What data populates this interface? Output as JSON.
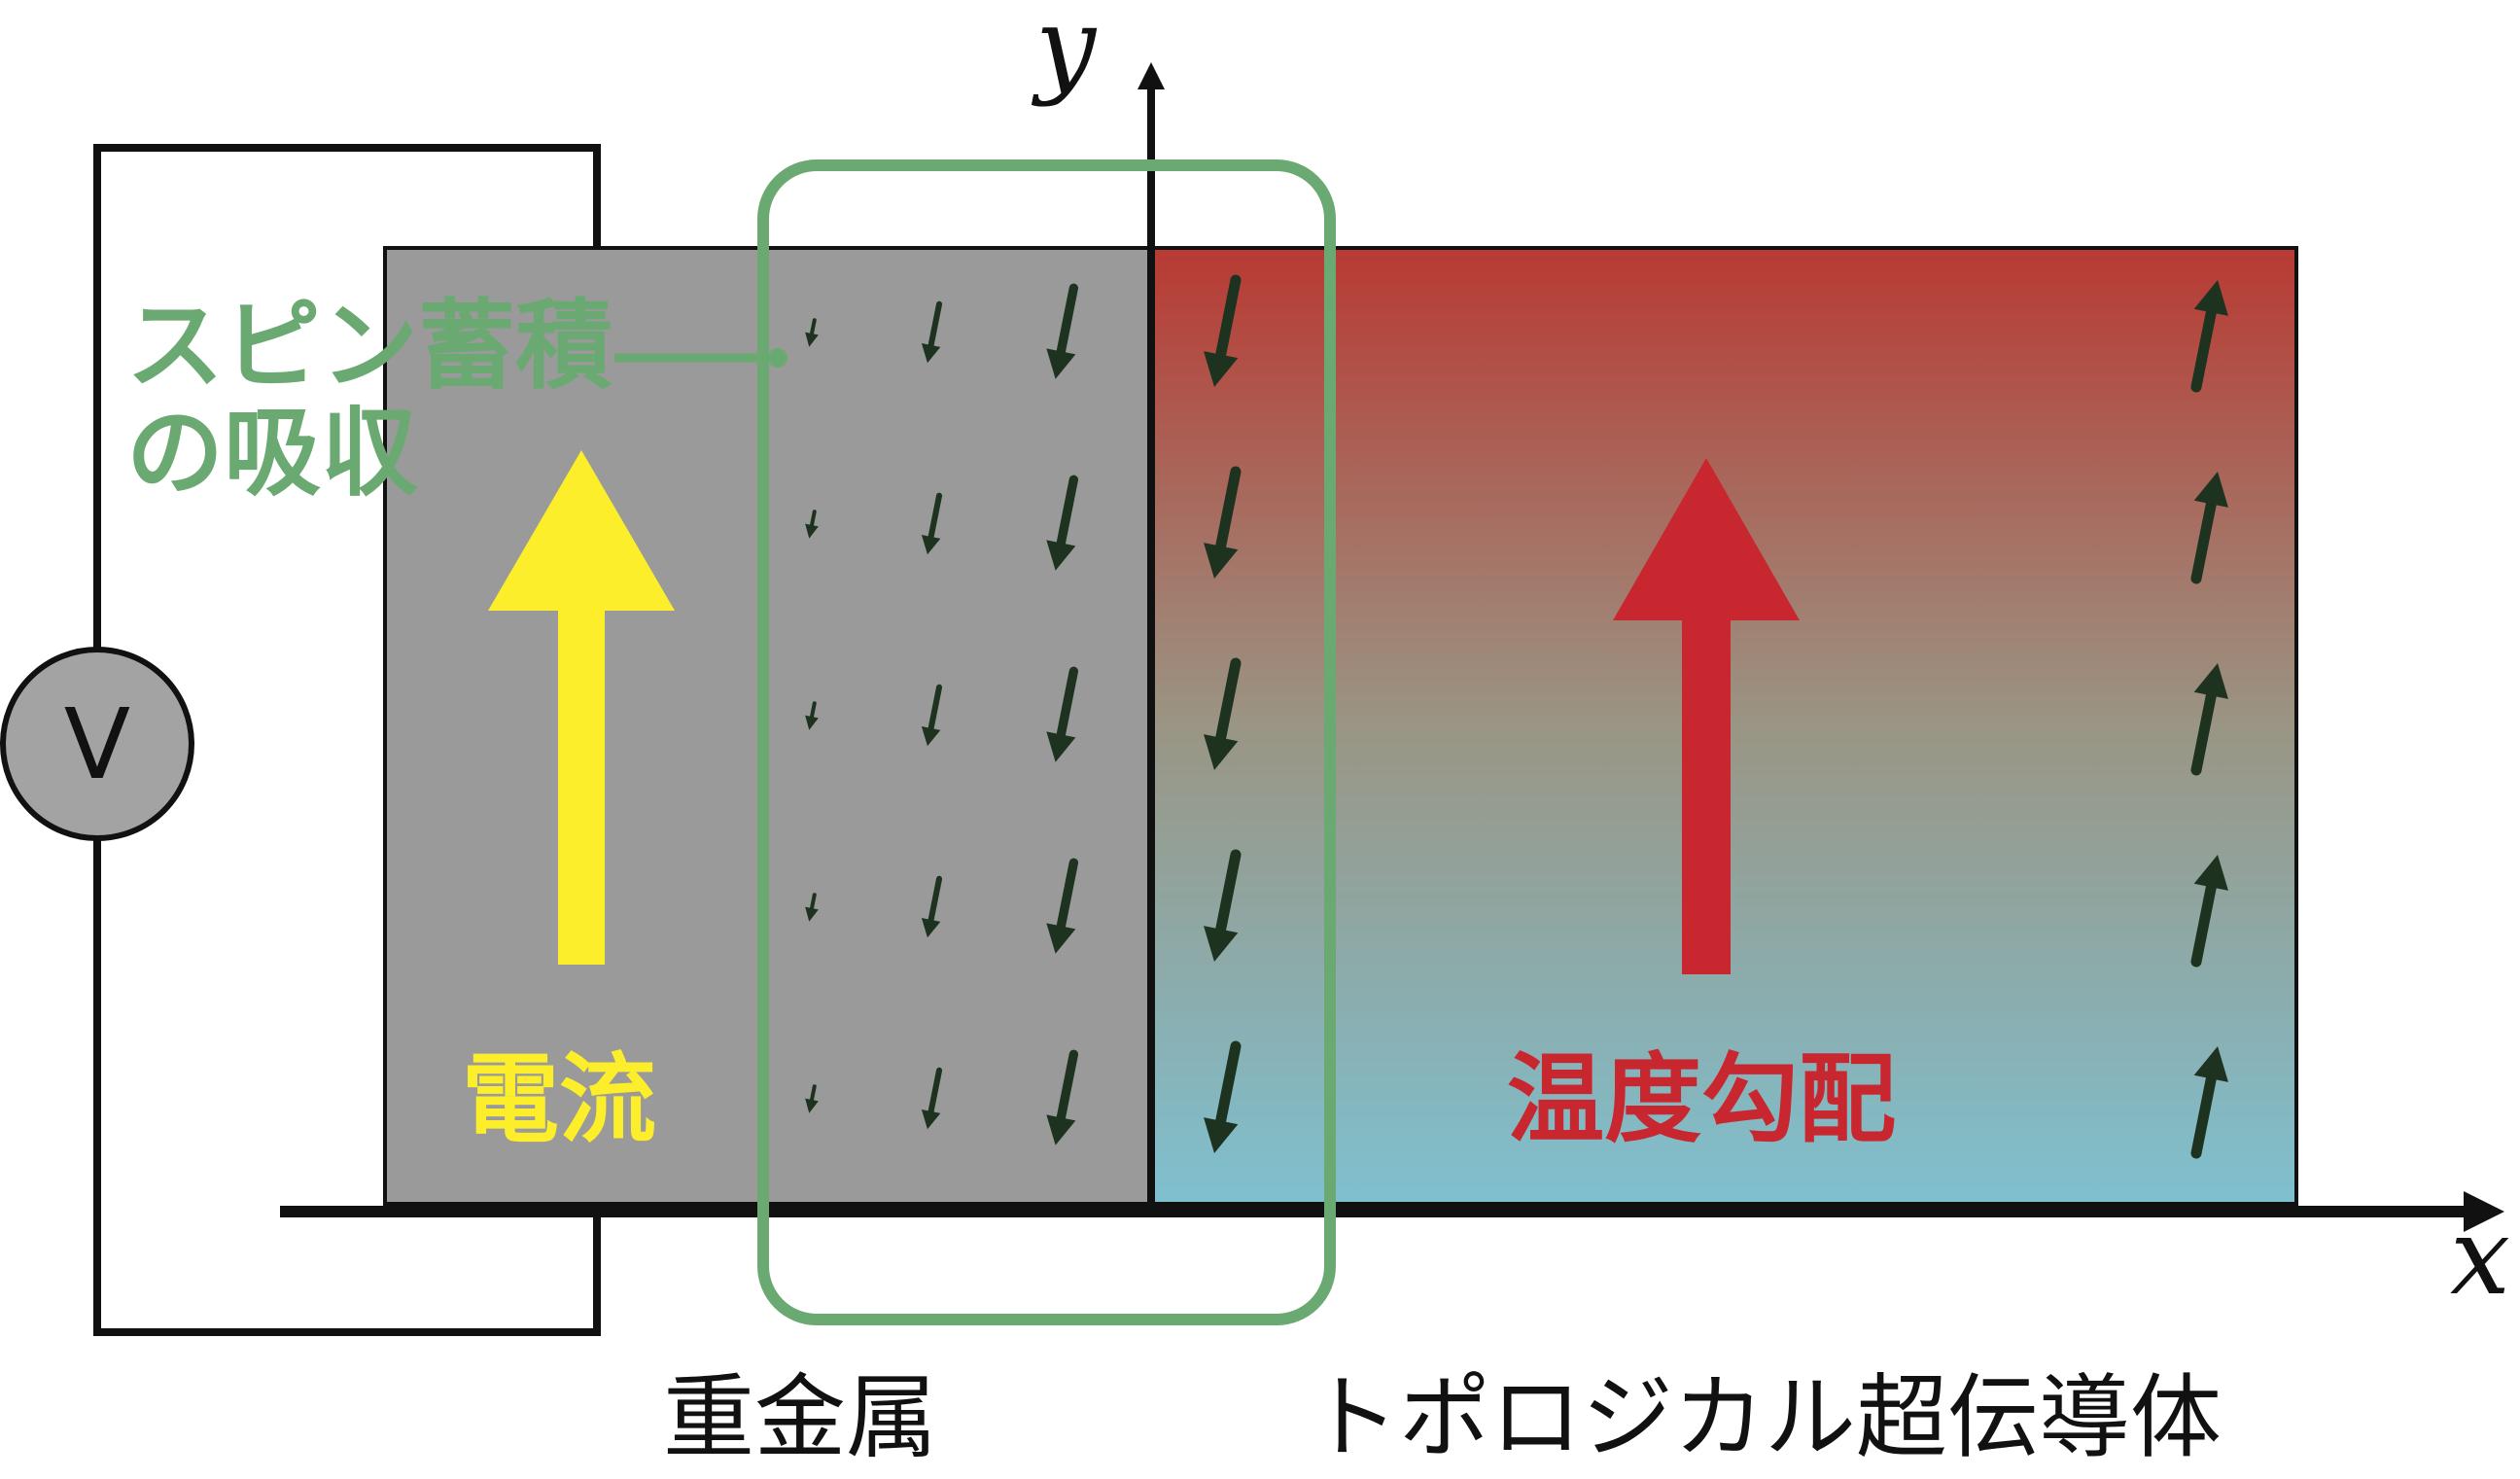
{
  "labels": {
    "voltmeter": "V",
    "y_axis": "y",
    "x_axis": "x",
    "spin_accumulation": [
      "スピン蓄積",
      "の吸収"
    ],
    "current": "電流",
    "temperature_gradient": "温度勾配",
    "heavy_metal": "重金属",
    "topological_superconductor": "トポロジカル超伝導体"
  },
  "colors": {
    "heavy_metal_fill": "#9a9a9a",
    "sc_top": "#b83a33",
    "sc_middle": "#9a9584",
    "sc_bottom": "#7fc0cf",
    "accent_green": "#6aaa72",
    "current_arrow": "#fcee2a",
    "temperature_arrow": "#c9272f",
    "spin_arrow": "#1d3320",
    "line": "#111111",
    "voltmeter_fill": "#a3a3a3"
  },
  "spin_arrows": {
    "rows": 5,
    "heavy_metal_columns": [
      {
        "direction": "down",
        "relative_length": 0.25
      },
      {
        "direction": "down",
        "relative_length": 0.55
      },
      {
        "direction": "down",
        "relative_length": 0.85
      }
    ],
    "interface_column": {
      "direction": "down",
      "relative_length": 1.0
    },
    "right_edge_column": {
      "direction": "up",
      "relative_length": 1.0
    }
  }
}
